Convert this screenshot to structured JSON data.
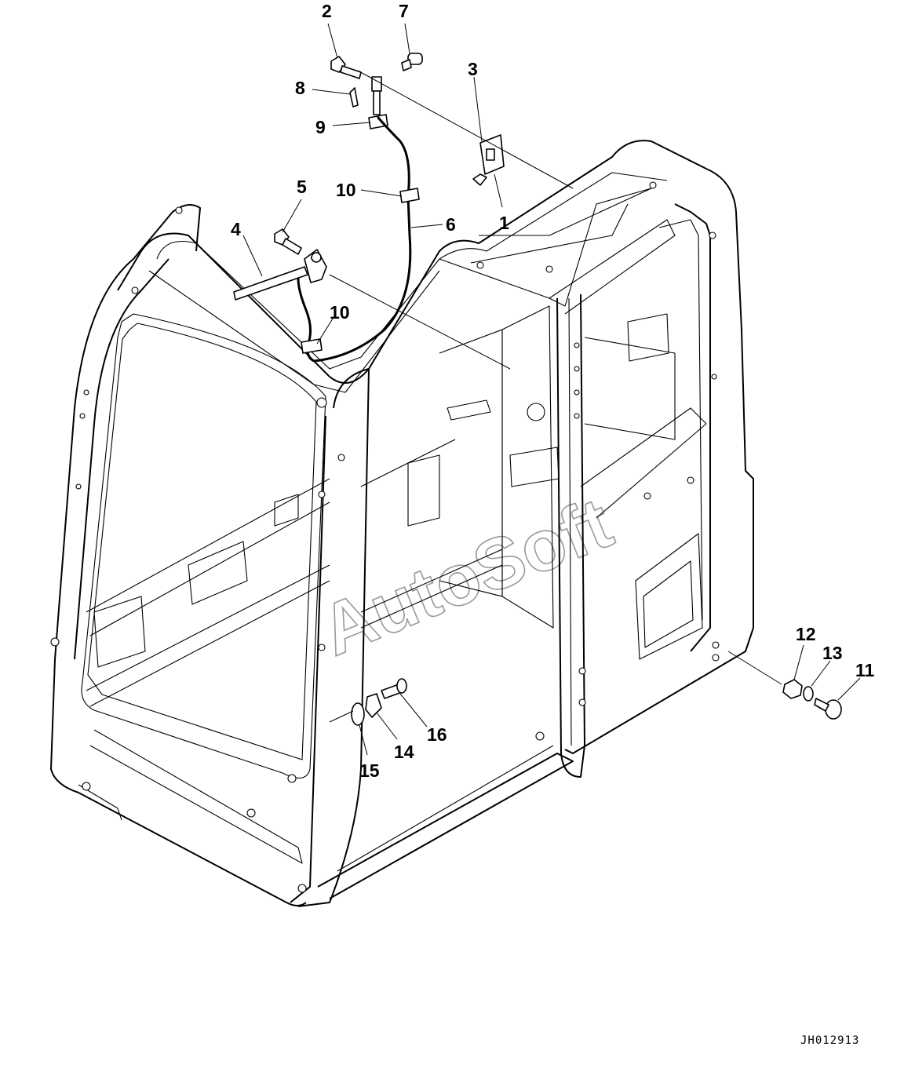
{
  "callouts": [
    {
      "id": "c1",
      "label": "1"
    },
    {
      "id": "c2",
      "label": "2"
    },
    {
      "id": "c3",
      "label": "3"
    },
    {
      "id": "c4",
      "label": "4"
    },
    {
      "id": "c5",
      "label": "5"
    },
    {
      "id": "c6",
      "label": "6"
    },
    {
      "id": "c7",
      "label": "7"
    },
    {
      "id": "c8",
      "label": "8"
    },
    {
      "id": "c9",
      "label": "9"
    },
    {
      "id": "c10a",
      "label": "10"
    },
    {
      "id": "c10b",
      "label": "10"
    },
    {
      "id": "c11",
      "label": "11"
    },
    {
      "id": "c12",
      "label": "12"
    },
    {
      "id": "c13",
      "label": "13"
    },
    {
      "id": "c14",
      "label": "14"
    },
    {
      "id": "c15",
      "label": "15"
    },
    {
      "id": "c16",
      "label": "16"
    }
  ],
  "drawing_code": "JH012913",
  "watermark": "AutoSoft"
}
